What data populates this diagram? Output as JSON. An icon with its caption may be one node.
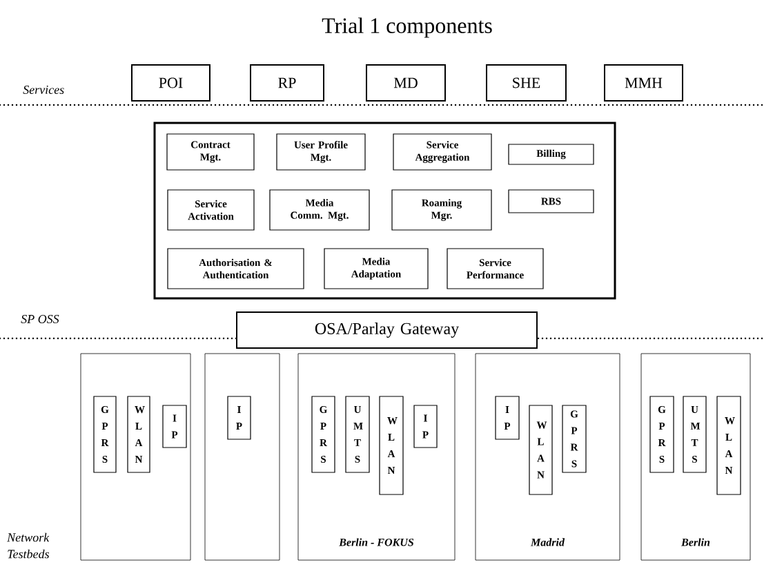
{
  "diagram": {
    "title": "Trial 1 components",
    "nodes": [
      {
        "text": [
          "POI"
        ]
      },
      {
        "text": [
          "RP"
        ]
      },
      {
        "text": [
          "MD"
        ]
      },
      {
        "text": [
          "SHE"
        ]
      },
      {
        "text": [
          "MMH"
        ]
      },
      {
        "text": [],
        "shape": "box"
      },
      {
        "text": [
          "Contract Mgt."
        ],
        "in": 5
      },
      {
        "text": [
          "User Profile Mgt."
        ],
        "in": 5
      },
      {
        "text": [
          "Service Aggregation"
        ],
        "in": 5
      },
      {
        "text": [
          "Billing"
        ],
        "in": 5
      },
      {
        "text": [
          "Service Activation"
        ],
        "in": 5
      },
      {
        "text": [
          "Media Comm. Mgt."
        ],
        "in": 5
      },
      {
        "text": [
          "Roaming Mgr."
        ],
        "in": 5
      },
      {
        "text": [
          "RBS"
        ],
        "in": 5
      },
      {
        "text": [
          "Authorisation & Authentication"
        ],
        "in": 5
      },
      {
        "text": [
          "Media Adaptation"
        ],
        "in": 5
      },
      {
        "text": [
          "Service Performance"
        ],
        "in": 5
      },
      {
        "text": [
          "OSA/Parlay Gateway"
        ]
      },
      {
        "text": [],
        "shape": "box"
      },
      {
        "text": [
          "G P R S"
        ],
        "in": 18
      },
      {
        "text": [
          "W L A N"
        ],
        "in": 18
      },
      {
        "text": [
          "I P"
        ],
        "in": 18
      },
      {
        "text": [],
        "shape": "box"
      },
      {
        "text": [
          "I P"
        ],
        "in": 22
      },
      {
        "text": [
          "Berlin - FOKUS"
        ]
      },
      {
        "text": [
          "G P R S"
        ],
        "in": 24
      },
      {
        "text": [
          "U M T S"
        ],
        "in": 24
      },
      {
        "text": [
          "W L A N"
        ],
        "in": 24
      },
      {
        "text": [
          "I P"
        ],
        "in": 24
      },
      {
        "text": [
          "Madrid"
        ]
      },
      {
        "text": [
          "I P"
        ],
        "in": 29
      },
      {
        "text": [
          "W L A N"
        ],
        "in": 29
      },
      {
        "text": [
          "G P R S"
        ],
        "in": 29
      },
      {
        "text": [
          "Berlin"
        ]
      },
      {
        "text": [
          "G P R S"
        ],
        "in": 33
      },
      {
        "text": [
          "U M T S"
        ],
        "in": 33
      },
      {
        "text": [
          "W L A N"
        ],
        "in": 33
      }
    ],
    "labels": [
      "Services",
      "SP OSS",
      "Network Testbeds"
    ]
  }
}
